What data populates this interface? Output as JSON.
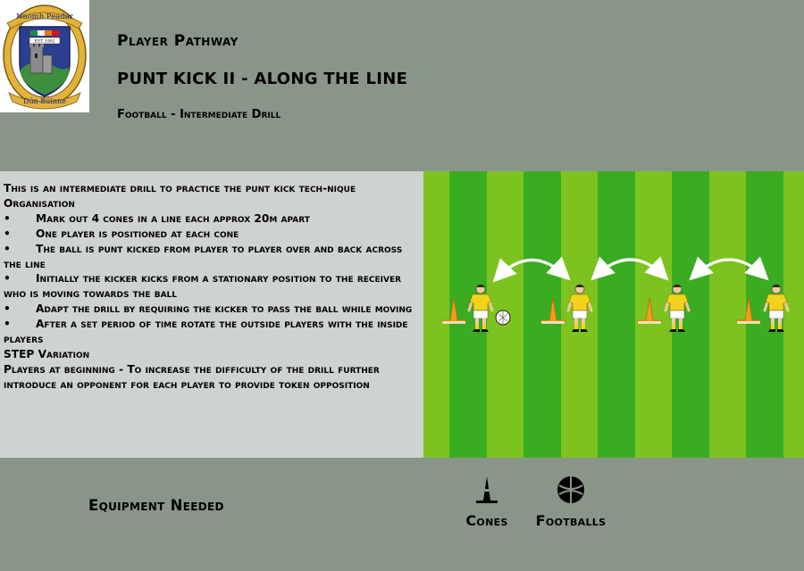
{
  "crest": {
    "top_text": "Naomh Peadar",
    "est_text": "EST. 1902",
    "bottom_text": "Dún Búinne"
  },
  "header": {
    "section": "Player Pathway",
    "title": "PUNT KICK II - ALONG THE LINE",
    "subtitle": "Football - Intermediate Drill"
  },
  "description": {
    "intro": "This is an intermediate drill to practice the punt kick tech-nique",
    "organisation_heading": "Organisation",
    "bullet_marker": "•",
    "bullets": [
      "Mark out 4 cones in a line each approx 20m apart",
      "One player is positioned at each cone",
      "The ball is punt kicked from player to player over and back across the line",
      "Initially the kicker kicks from a stationary position to the receiver who is moving towards the ball",
      "Adapt the drill by requiring the kicker to pass the ball while moving",
      "After a set period of time rotate the outside players with the inside players"
    ],
    "step_heading": "STEP Variation",
    "step_text": "Players at beginning - To increase the difficulty of the drill further introduce an opponent for each player to provide token opposition"
  },
  "diagram": {
    "pitch_light": "#7dc31f",
    "pitch_dark": "#3aac22",
    "cone_color": "#f39b1c",
    "jersey_color": "#f2d21d",
    "players": 4,
    "cones": 4
  },
  "equipment": {
    "label": "Equipment Needed",
    "items": [
      {
        "name": "Cones",
        "icon": "cone-icon"
      },
      {
        "name": "Footballs",
        "icon": "football-icon"
      }
    ]
  }
}
